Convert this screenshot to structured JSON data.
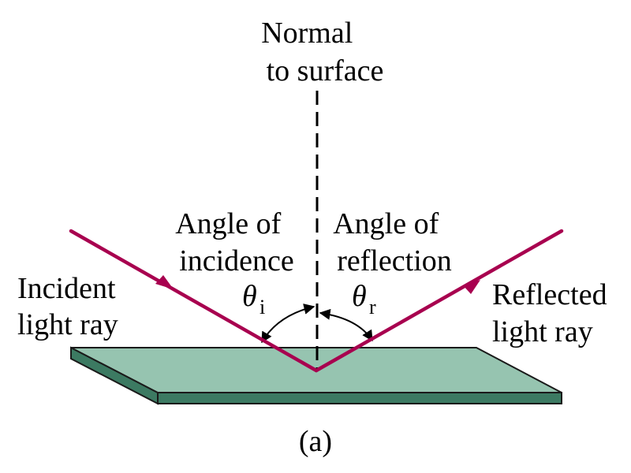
{
  "normal_label": [
    "Normal",
    "to surface"
  ],
  "incidence_label": [
    "Angle of",
    "incidence"
  ],
  "reflection_label": [
    "Angle of",
    "reflection"
  ],
  "incident_label": [
    "Incident",
    "light ray"
  ],
  "reflected_label": [
    "Reflected",
    "light ray"
  ],
  "theta_symbol": "θ",
  "theta_i_subscript": "i",
  "theta_r_subscript": "r",
  "caption": "(a)",
  "colors": {
    "ray": "#a8004f",
    "surface_top": "#96c4b0",
    "surface_edge": "#3c7a62",
    "outline": "#1a1a1a"
  }
}
